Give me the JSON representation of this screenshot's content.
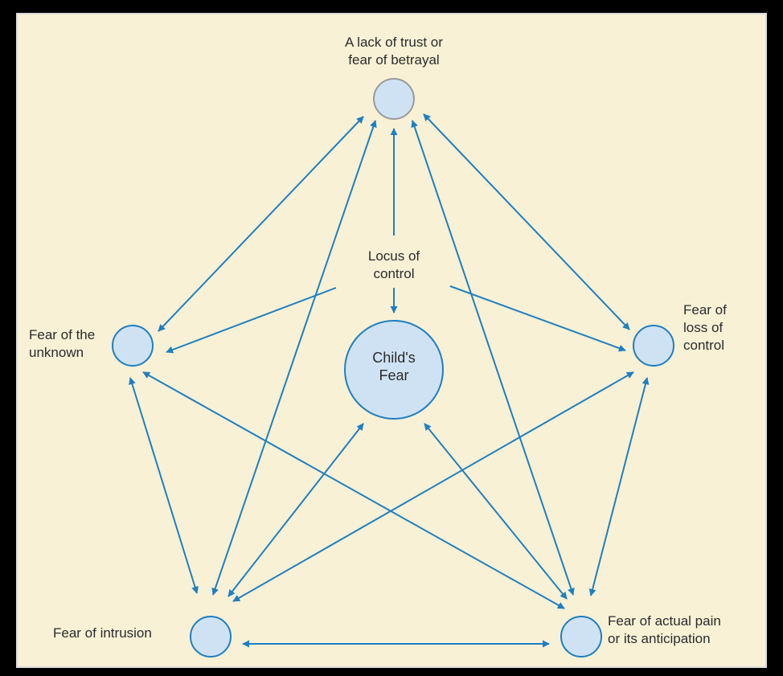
{
  "nodes": {
    "trust": {
      "label_line1": "A lack of trust or",
      "label_line2": "fear of betrayal"
    },
    "locus": {
      "label_line1": "Locus of",
      "label_line2": "control"
    },
    "unknown": {
      "label_line1": "Fear of the",
      "label_line2": "unknown"
    },
    "loss": {
      "label_line1": "Fear of",
      "label_line2": "loss of",
      "label_line3": "control"
    },
    "child": {
      "label_line1": "Child's",
      "label_line2": "Fear"
    },
    "intrusion": {
      "label_line1": "Fear of intrusion"
    },
    "pain": {
      "label_line1": "Fear of actual pain",
      "label_line2": "or its anticipation"
    }
  },
  "colors": {
    "arrow": "#1f7fc0",
    "node_fill": "#cfe2f3",
    "node_stroke": "#1f7fc0",
    "top_node_stroke": "#9a9a9a",
    "background": "#f8f1d6"
  }
}
